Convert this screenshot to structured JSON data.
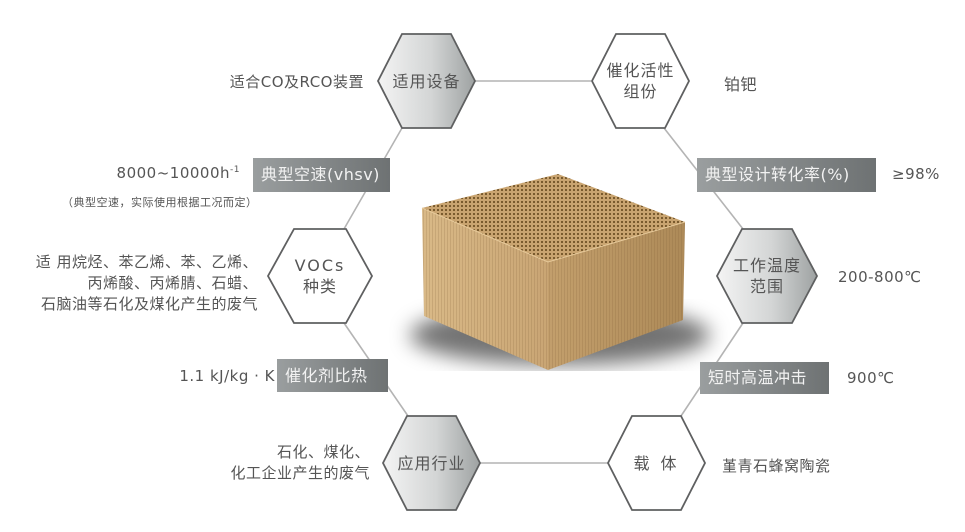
{
  "diagram": {
    "center_image": "honeycomb-ceramic-catalyst-block",
    "colors": {
      "hex_stroke": "#5f6061",
      "connector": "#b4b4b4",
      "bar_gradient_start": "#9a9e9f",
      "bar_gradient_end": "#6e7273",
      "text": "#555555",
      "ceramic": "#c9a574"
    },
    "nodes": {
      "equipment": {
        "hex_label": "适用设备",
        "value": "适合CO及RCO装置"
      },
      "active_component": {
        "hex_label_line1": "催化活性",
        "hex_label_line2": "组份",
        "value": "铂钯"
      },
      "space_velocity": {
        "bar_label": "典型空速(vhsv)",
        "value": "8000~10000h",
        "value_exp": "-1",
        "note": "（典型空速，实际使用根据工况而定）"
      },
      "conversion_rate": {
        "bar_label": "典型设计转化率(%)",
        "value": "≥98%"
      },
      "vocs_types": {
        "hex_label_line1": "VOCs",
        "hex_label_line2": "种类",
        "value_line1": "适 用烷烃、苯乙烯、苯、乙烯、",
        "value_line2": "丙烯酸、丙烯腈、石蜡、",
        "value_line3": "石脑油等石化及煤化产生的废气"
      },
      "working_temp": {
        "hex_label_line1": "工作温度",
        "hex_label_line2": "范围",
        "value": "200-800℃"
      },
      "specific_heat": {
        "bar_label": "催化剂比热",
        "value": "1.1 kJ/kg · K"
      },
      "shock_temp": {
        "bar_label": "短时高温冲击",
        "value": "900℃"
      },
      "industry": {
        "hex_label": "应用行业",
        "value_line1": "石化、煤化、",
        "value_line2": "化工企业产生的废气"
      },
      "carrier": {
        "hex_label": "载 体",
        "value": "堇青石蜂窝陶瓷"
      }
    }
  }
}
